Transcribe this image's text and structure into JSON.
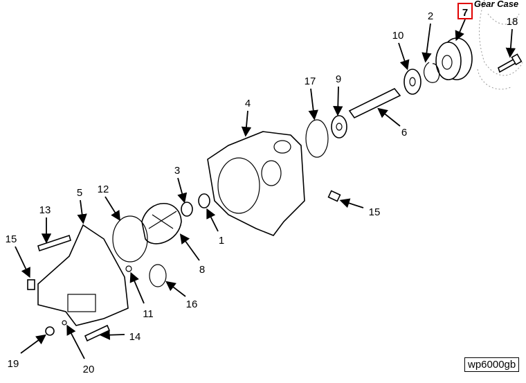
{
  "title": "Gear Case",
  "drawing_code": "wp6000gb",
  "highlight_color": "#e00000",
  "highlighted_callout": "7",
  "callouts": {
    "c1": "1",
    "c2": "2",
    "c3": "3",
    "c4": "4",
    "c5": "5",
    "c6": "6",
    "c7": "7",
    "c8": "8",
    "c9": "9",
    "c10": "10",
    "c11": "11",
    "c12": "12",
    "c13": "13",
    "c14": "14",
    "c15a": "15",
    "c15b": "15",
    "c16": "16",
    "c17": "17",
    "c18": "18",
    "c19": "19",
    "c20": "20"
  }
}
